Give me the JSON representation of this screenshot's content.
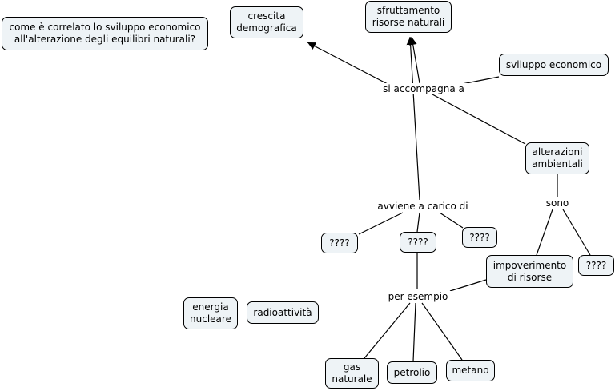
{
  "concepts": {
    "question": "come è correlato lo sviluppo economico\nall'alterazione degli equilibri naturali?",
    "crescita": "crescita\ndemografica",
    "sfruttamento": "sfruttamento\nrisorse naturali",
    "sviluppo": "sviluppo economico",
    "alterazioni": "alterazioni\nambientali",
    "q1": "????",
    "q2": "????",
    "q3": "????",
    "q4": "????",
    "impoverimento": "impoverimento\ndi risorse",
    "energia": "energia\nnucleare",
    "radioattivita": "radioattività",
    "gas": "gas\nnaturale",
    "petrolio": "petrolio",
    "metano": "metano"
  },
  "links": {
    "si_accompagna": "si accompagna a",
    "avviene": "avviene a carico di",
    "sono": "sono",
    "per_esempio": "per esempio"
  }
}
